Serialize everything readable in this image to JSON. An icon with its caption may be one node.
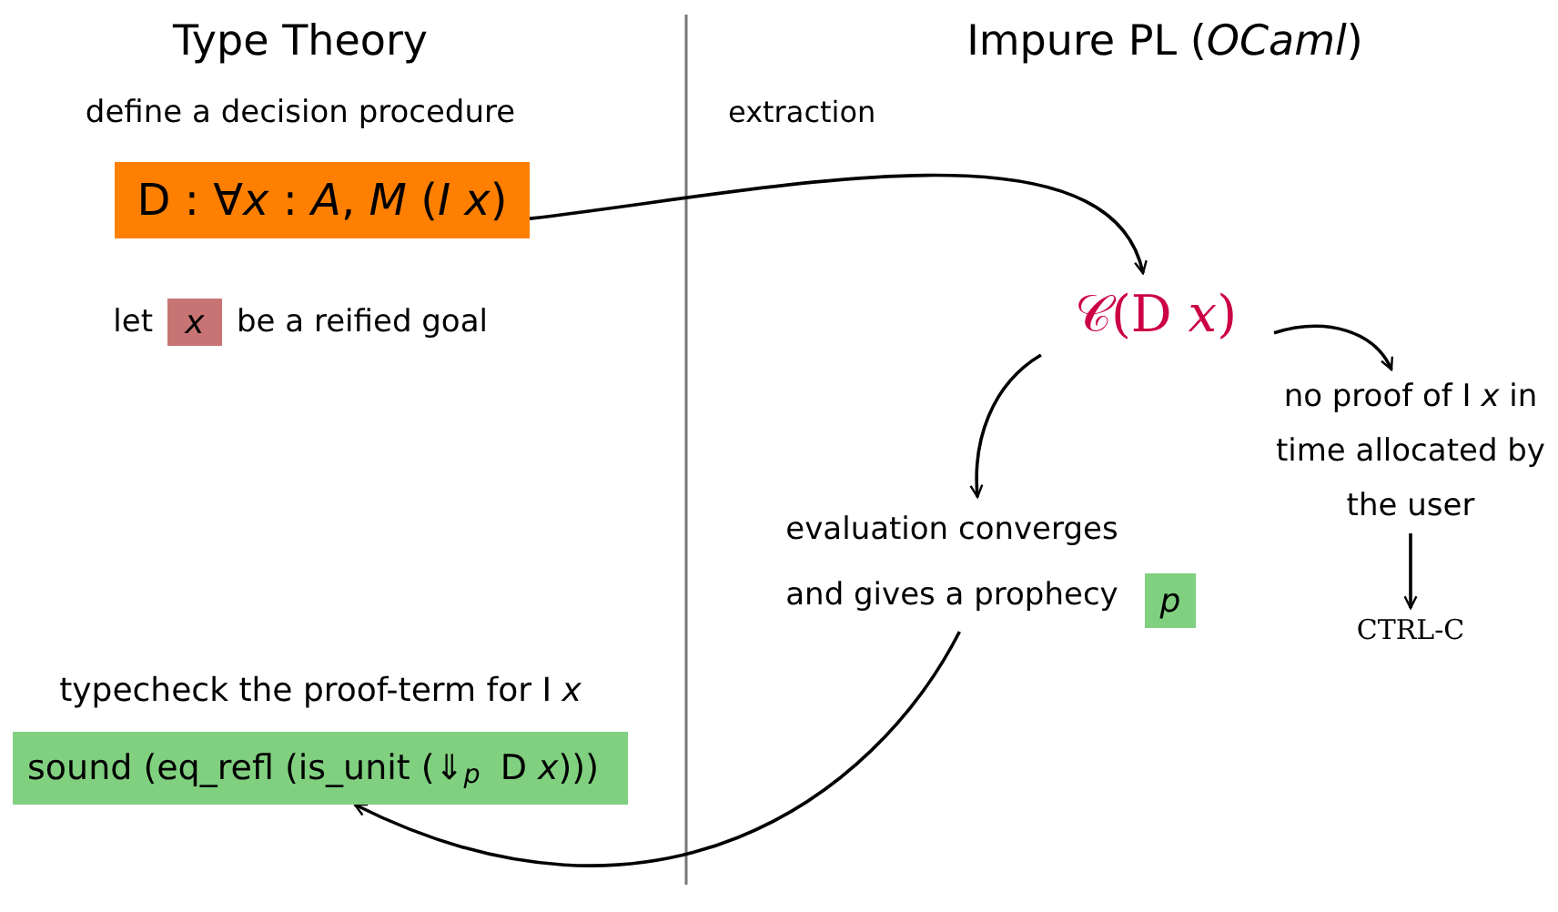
{
  "diagram": {
    "nodes": [
      {
        "text": [
          "D : ∀*x* : *A*,  *M* (*I* *x*)"
        ]
      },
      {
        "text": [
          "*x*"
        ],
        "beside": [
          "let",
          "be a reified goal"
        ]
      },
      {
        "text": [
          "𝒞(D *x*)"
        ]
      },
      {
        "text": [
          "no proof of I *x* in time allocated by the user"
        ]
      },
      {
        "text": [
          "evaluation converges and gives a prophecy"
        ]
      },
      {
        "text": [
          "*p*"
        ]
      },
      {
        "text": [
          "CTRL-C"
        ]
      },
      {
        "text": [
          "typecheck the proof-term for I *x*",
          "sound (eq_refl (is_unit (⇓$_{p}$ D *x*)))"
        ]
      }
    ],
    "edges": [
      {
        "from": 0,
        "to": 2,
        "arrow": "to",
        "label": "extraction"
      },
      {
        "from": 2,
        "to": 3,
        "arrow": "to"
      },
      {
        "from": 2,
        "to": 4,
        "arrow": "to"
      },
      {
        "from": 3,
        "to": 6,
        "arrow": "to"
      },
      {
        "from": 4,
        "to": 7,
        "arrow": "to"
      }
    ],
    "labels": [
      "Type Theory",
      "Impure PL (*OCaml*)",
      "define a decision procedure"
    ]
  }
}
